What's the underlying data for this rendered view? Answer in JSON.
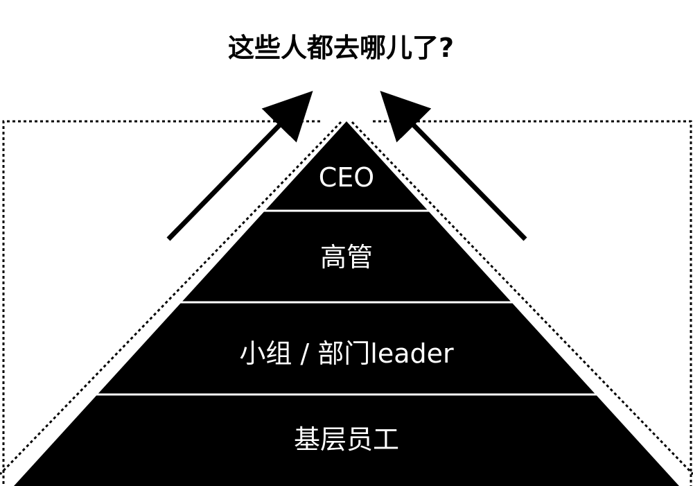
{
  "title": "这些人都去哪儿了?",
  "pyramid": {
    "tiers": [
      {
        "label": "CEO"
      },
      {
        "label": "高管"
      },
      {
        "label": "小组 / 部门leader"
      },
      {
        "label": "基层员工"
      }
    ]
  },
  "colors": {
    "background": "#ffffff",
    "pyramid_fill": "#000000",
    "tier_text": "#ffffff",
    "divider": "#ffffff",
    "outline": "#000000"
  }
}
